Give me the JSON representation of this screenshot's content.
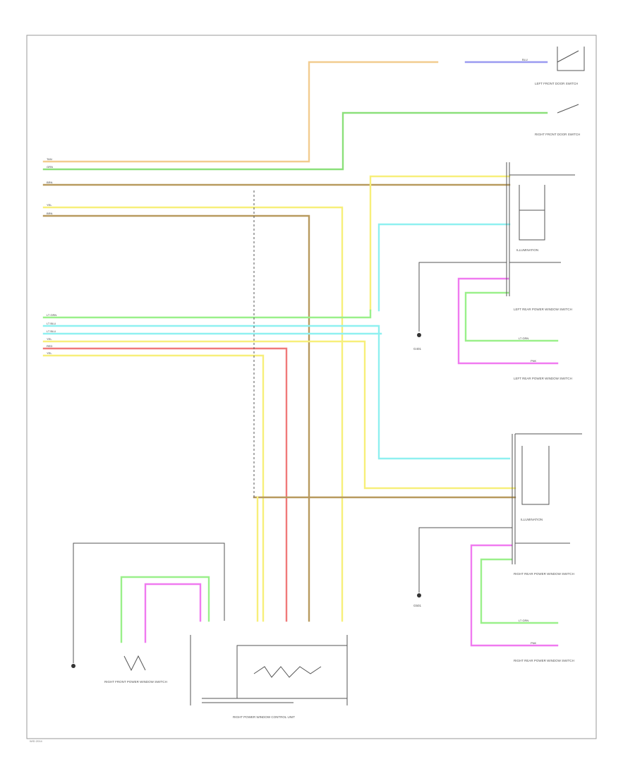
{
  "colors": {
    "tan": "#f2cc8f",
    "green": "#8be07a",
    "yellow": "#f7ef7a",
    "brown": "#b89a5e",
    "cyan": "#8ff0f0",
    "red": "#f07a7a",
    "pink": "#f07af0",
    "blue": "#9a9af0",
    "ltgreen": "#9af08a"
  },
  "components": {
    "left_front_door_switch": "LEFT FRONT DOOR SWITCH",
    "right_front_door_switch": "RIGHT FRONT DOOR SWITCH",
    "illumination_upper": "ILLUMINATION",
    "illumination_lower": "ILLUMINATION",
    "left_rear_power_window_switch_a": "LEFT REAR POWER WINDOW SWITCH",
    "left_rear_power_window_switch_b": "LEFT REAR POWER WINDOW SWITCH",
    "right_rear_power_window_switch_a": "RIGHT REAR POWER WINDOW SWITCH",
    "right_rear_power_window_switch_b": "RIGHT REAR POWER WINDOW SWITCH",
    "ground_left": "G401",
    "ground_right": "G501",
    "right_front_power_window_switch": "RIGHT FRONT POWER WINDOW SWITCH",
    "right_power_window_control_unit": "RIGHT POWER WINDOW CONTROL UNIT"
  },
  "wire_labels": {
    "tan": "TAN",
    "green": "GRN",
    "brown": "BRN",
    "yellow": "YEL",
    "cyan": "LT BLU",
    "red": "RED",
    "pink": "PNK",
    "blue": "BLU",
    "ltgreen": "LT GRN"
  },
  "page_code": "W/D 2014"
}
